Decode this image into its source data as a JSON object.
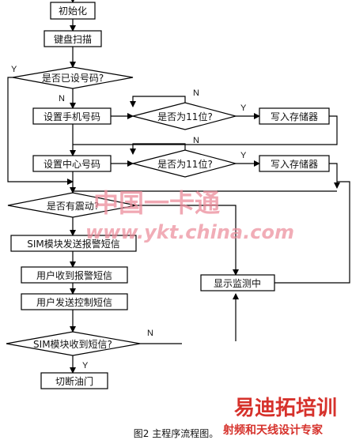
{
  "nodes": {
    "init": "初始化",
    "keyboard_scan": "键盘扫描",
    "number_set_check": "是否已设号码?",
    "set_phone": "设置手机号码",
    "phone_11_check": "是否为11位?",
    "write_memory_1": "写入存储器",
    "set_center": "设置中心号码",
    "center_11_check": "是否为11位?",
    "write_memory_2": "写入存储器",
    "vibration_check": "是否有震动?",
    "sim_send_alarm": "SIM模块发送报警短信",
    "user_receive_alarm": "用户收到报警短信",
    "user_send_control": "用户发送控制短信",
    "sim_received_check": "SIM模块收到短信?",
    "cut_oil": "切断油门",
    "show_monitoring": "显示监测中"
  },
  "branch_labels": {
    "yes": "Y",
    "no": "N"
  },
  "watermark": {
    "cn": "中国一卡通",
    "url": "www.ykt.china.com"
  },
  "corner_brand": {
    "name": "易迪拓培训",
    "tagline": "射频和天线设计专家"
  },
  "caption": "图2 主程序流程图。"
}
